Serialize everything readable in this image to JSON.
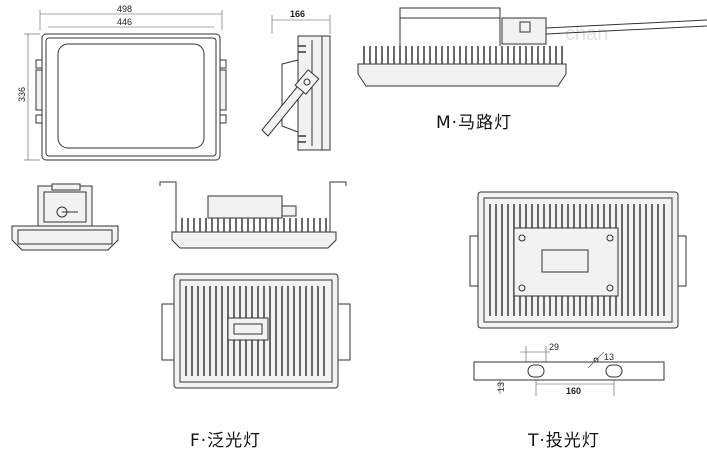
{
  "labels": {
    "m_title": "M·马路灯",
    "f_title": "F·泛光灯",
    "t_title": "T·投光灯"
  },
  "dimensions": {
    "outer_width": "498",
    "inner_width": "446",
    "height": "336",
    "depth": "166",
    "slot_width": "29",
    "hole_dia": "13",
    "slot_height": "13",
    "hole_pitch": "160"
  },
  "watermark": "chan"
}
